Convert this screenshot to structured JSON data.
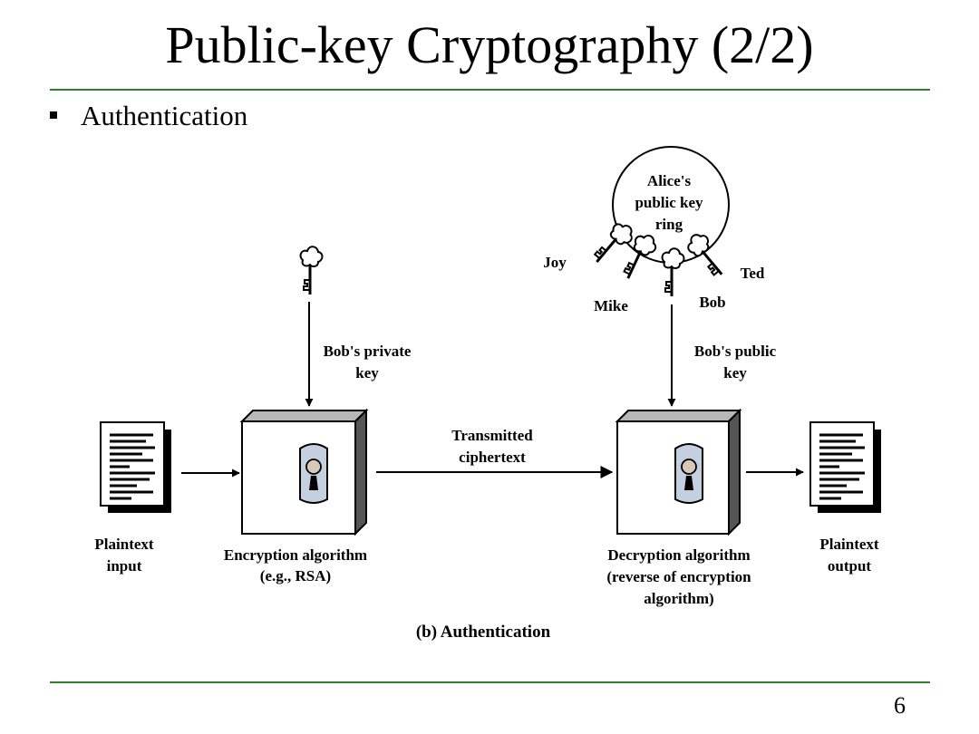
{
  "slide": {
    "title": "Public-key Cryptography (2/2)",
    "bullet": "Authentication",
    "page_number": "6"
  },
  "diagram": {
    "key_ring_label": [
      "Alice's",
      "public key",
      "ring"
    ],
    "ring_keys": [
      "Joy",
      "Mike",
      "Bob",
      "Ted"
    ],
    "private_key_label": [
      "Bob's private",
      "key"
    ],
    "public_key_label": [
      "Bob's public",
      "key"
    ],
    "channel_label": [
      "Transmitted",
      "ciphertext"
    ],
    "input_label": [
      "Plaintext",
      "input"
    ],
    "encryption_label": [
      "Encryption algorithm",
      "(e.g., RSA)"
    ],
    "decryption_label": [
      "Decryption algorithm",
      "(reverse of encryption",
      "algorithm)"
    ],
    "output_label": [
      "Plaintext",
      "output"
    ],
    "caption": "(b) Authentication"
  }
}
